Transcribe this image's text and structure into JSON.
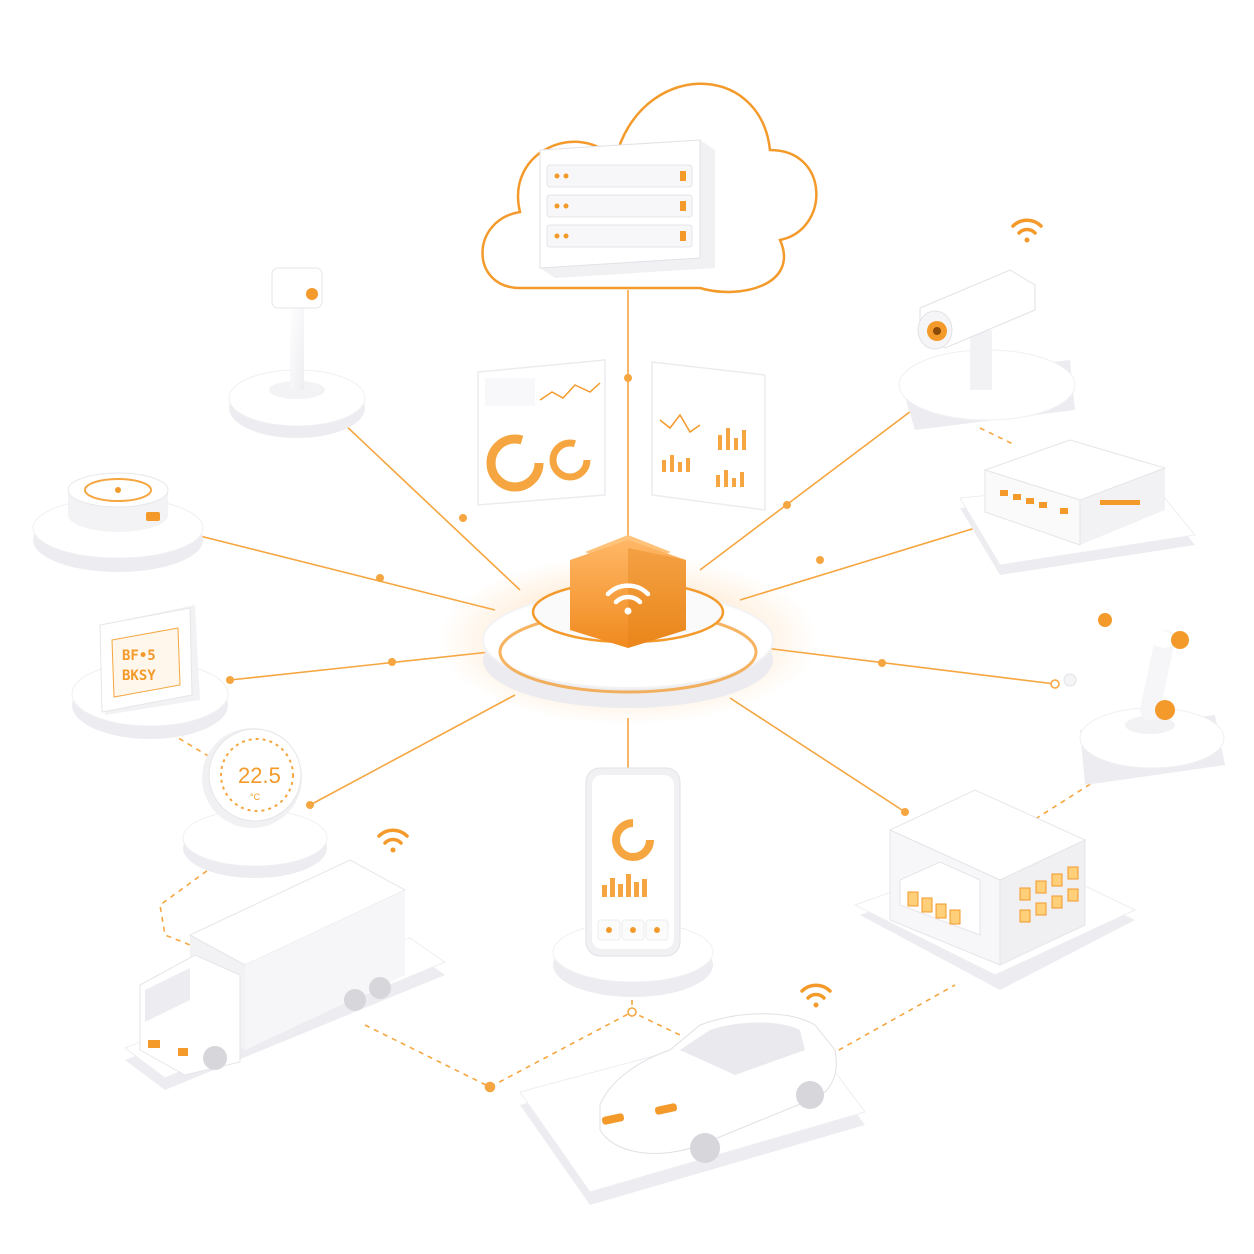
{
  "colors": {
    "accent": "#F39A2B",
    "accent_light": "#FCD9A8",
    "line": "#F5A640",
    "surface": "#FFFFFF",
    "platform": "#F4F4F6",
    "shadow": "#E3E3E8",
    "ink": "#C9C9CF"
  },
  "hub": {
    "icon": "wifi-icon"
  },
  "thermostat": {
    "temperature": "22.5",
    "unit": "°C"
  },
  "display_panel": {
    "line1": "BF•5",
    "line2": "BKSY"
  },
  "icons": {
    "cloud": "cloud-icon",
    "server": "server-rack-icon",
    "camera": "security-camera-icon",
    "router": "router-icon",
    "robot": "robotic-arm-icon",
    "factory": "building-icon",
    "car": "car-icon",
    "truck": "truck-icon",
    "phone": "smartphone-icon",
    "sensor": "pole-sensor-icon",
    "puck": "smart-puck-icon",
    "wifi": "wifi-icon"
  }
}
